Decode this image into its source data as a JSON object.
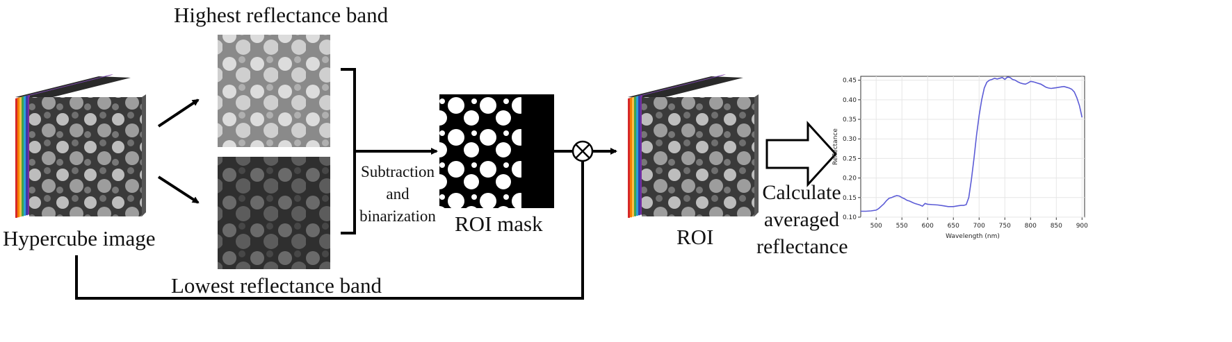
{
  "labels": {
    "highest_band": "Highest reflectance band",
    "lowest_band": "Lowest reflectance band",
    "hypercube": "Hypercube image",
    "subtraction": [
      "Subtraction",
      "and",
      "binarization"
    ],
    "roi_mask": "ROI mask",
    "roi": "ROI",
    "calculate": [
      "Calculate",
      "averaged",
      "reflectance"
    ]
  },
  "colors": {
    "line": "#000000",
    "spectrum": "#5b5bd6",
    "rainbow": [
      "#d62828",
      "#f77f00",
      "#fcbf49",
      "#3fa34d",
      "#2b9fd8",
      "#3a3aa8",
      "#7b2fa0"
    ]
  },
  "icons": {
    "multiply": "circled-times-icon",
    "arrow": "hollow-right-arrow-icon"
  },
  "chart_data": {
    "type": "line",
    "xlabel": "Wavelength (nm)",
    "ylabel": "Reflectance",
    "xlim": [
      470,
      905
    ],
    "ylim": [
      0.1,
      0.46
    ],
    "grid": true,
    "x_ticks": [
      500,
      550,
      600,
      650,
      700,
      750,
      800,
      850,
      900
    ],
    "y_ticks": [
      0.1,
      0.15,
      0.2,
      0.25,
      0.3,
      0.35,
      0.4,
      0.45
    ],
    "series": [
      {
        "x": [
          470,
          480,
          490,
          500,
          505,
          510,
          515,
          520,
          525,
          530,
          535,
          540,
          545,
          550,
          555,
          560,
          565,
          570,
          575,
          580,
          585,
          590,
          595,
          600,
          610,
          620,
          630,
          640,
          650,
          655,
          660,
          665,
          670,
          675,
          680,
          685,
          690,
          695,
          700,
          705,
          710,
          715,
          720,
          725,
          730,
          735,
          740,
          745,
          750,
          755,
          760,
          765,
          770,
          775,
          780,
          785,
          790,
          795,
          800,
          805,
          810,
          815,
          820,
          825,
          830,
          835,
          840,
          845,
          850,
          855,
          860,
          865,
          870,
          875,
          880,
          885,
          890,
          895,
          900
        ],
        "values": [
          0.115,
          0.115,
          0.116,
          0.118,
          0.122,
          0.128,
          0.134,
          0.142,
          0.148,
          0.15,
          0.153,
          0.155,
          0.154,
          0.15,
          0.147,
          0.143,
          0.141,
          0.138,
          0.135,
          0.133,
          0.131,
          0.128,
          0.135,
          0.133,
          0.132,
          0.131,
          0.129,
          0.127,
          0.127,
          0.128,
          0.129,
          0.13,
          0.13,
          0.132,
          0.15,
          0.195,
          0.25,
          0.31,
          0.36,
          0.4,
          0.43,
          0.445,
          0.45,
          0.452,
          0.455,
          0.453,
          0.455,
          0.457,
          0.452,
          0.458,
          0.457,
          0.452,
          0.45,
          0.446,
          0.443,
          0.441,
          0.44,
          0.443,
          0.447,
          0.446,
          0.444,
          0.442,
          0.44,
          0.436,
          0.432,
          0.43,
          0.429,
          0.43,
          0.431,
          0.432,
          0.433,
          0.434,
          0.432,
          0.43,
          0.427,
          0.42,
          0.405,
          0.385,
          0.355
        ]
      }
    ]
  }
}
